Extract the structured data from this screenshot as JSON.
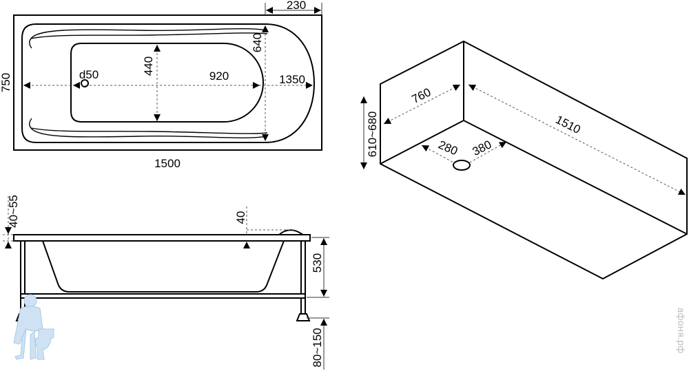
{
  "plan_view": {
    "overall_width": "750",
    "rim_offset": "230",
    "overall_length": "1500",
    "interior_width": "640",
    "interior_length": "1350",
    "basin_width": "440",
    "basin_length": "920",
    "drain": "d50"
  },
  "side_view": {
    "rim_thickness": "40~55",
    "overflow_height": "40",
    "tub_depth": "530",
    "leg_adjustment": "80~150"
  },
  "iso_view": {
    "width": "760",
    "length": "1510",
    "height": "610~680",
    "drain_from_side": "280",
    "drain_from_end": "380"
  },
  "watermark": "афоня.рф",
  "colors": {
    "line": "#000000",
    "dimension": "#555555",
    "logo": "#cfe2f3",
    "watermark": "#bdbdbd"
  }
}
